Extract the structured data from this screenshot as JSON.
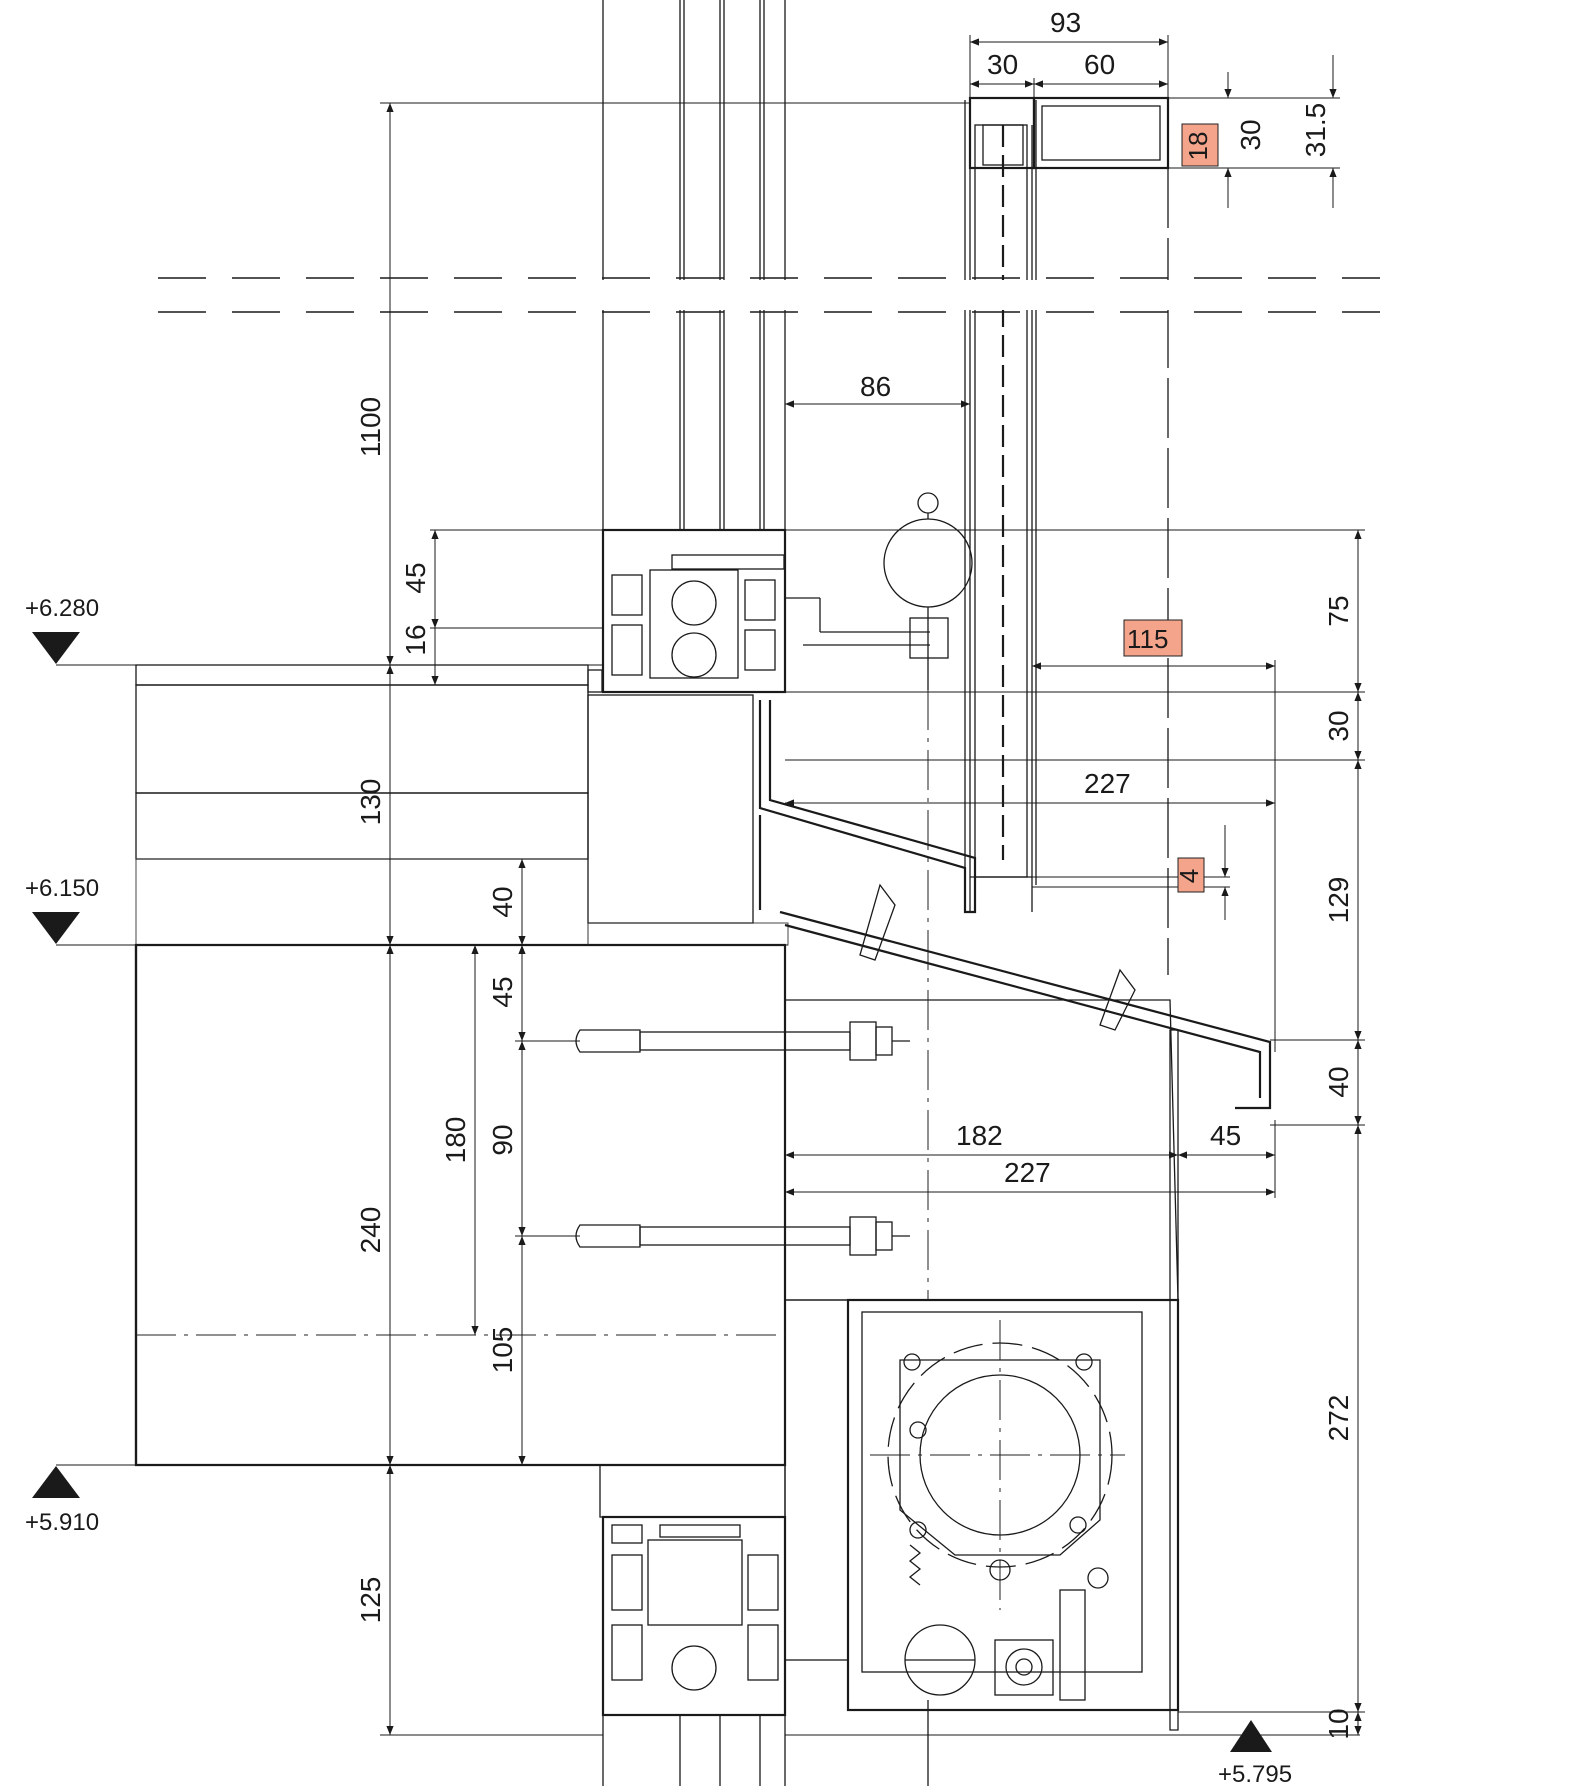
{
  "palette": {
    "line": "#1a1a1a",
    "highlight": "#f4a48a",
    "glass": "#e3ecf5",
    "background": "#ffffff"
  },
  "elevations": [
    {
      "id": "elev-6280",
      "value": "+6.280"
    },
    {
      "id": "elev-6150",
      "value": "+6.150"
    },
    {
      "id": "elev-5910",
      "value": "+5.910"
    },
    {
      "id": "elev-5795",
      "value": "+5.795"
    }
  ],
  "dimensions": {
    "d93": "93",
    "d30_top": "30",
    "d60": "60",
    "d31_5": "31.5",
    "d30_side": "30",
    "d86": "86",
    "d1100": "1100",
    "d45_a": "45",
    "d16": "16",
    "d130": "130",
    "d40_a": "40",
    "d45_b": "45",
    "d180": "180",
    "d90": "90",
    "d240": "240",
    "d105": "105",
    "d125": "125",
    "d75": "75",
    "d30_r": "30",
    "d227_a": "227",
    "d129": "129",
    "d40_r": "40",
    "d182": "182",
    "d45_c": "45",
    "d227_b": "227",
    "d272": "272",
    "d10": "10"
  },
  "highlights": {
    "h18": "18",
    "h115": "115",
    "h4": "4"
  }
}
